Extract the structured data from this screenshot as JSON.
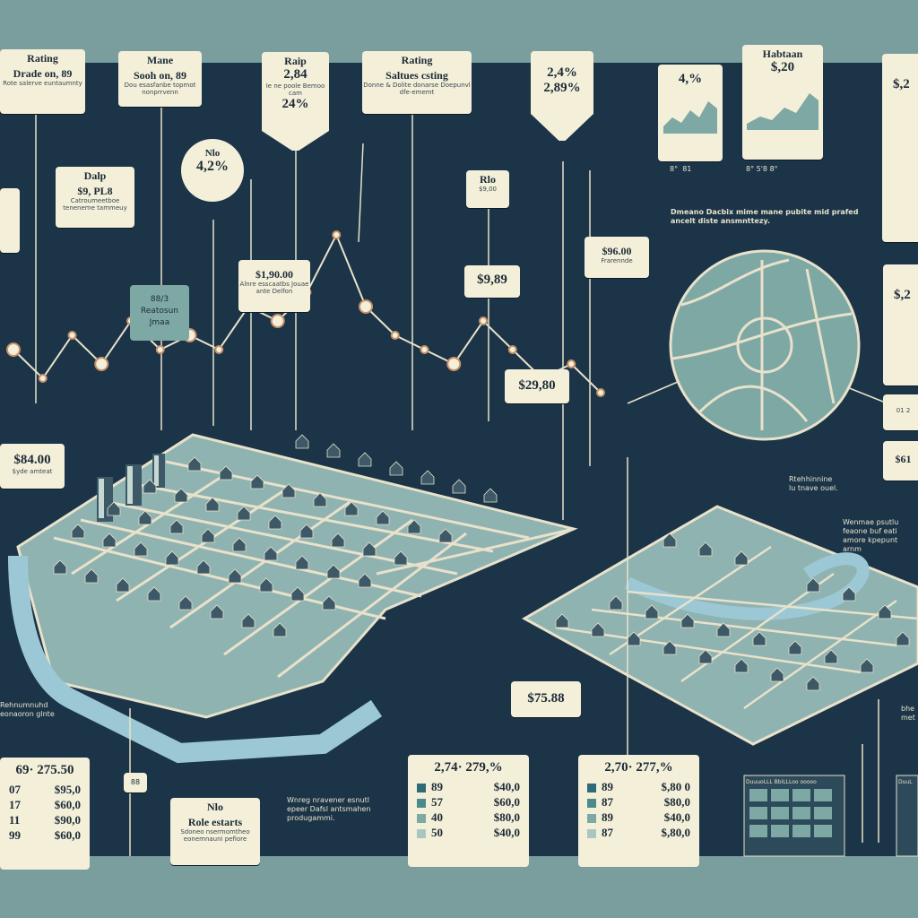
{
  "top_cards": [
    {
      "title": "Rating",
      "value": "Drade on, 89",
      "sub": "Rote salerve euntaumnty"
    },
    {
      "title": "Mane",
      "value": "Sooh on, 89",
      "sub": "Dou esasfanbe topmot nonprrvenn"
    },
    {
      "title": "Raip",
      "value": "2,84",
      "sub": "Ie ne poole Bemoo cam",
      "extra": "24%"
    },
    {
      "title": "Rating",
      "value": "Saltues csting",
      "sub": "Donne & Dolite donarse Doepunvl dfe-ememt"
    },
    {
      "title": "",
      "value": "2,4%",
      "sub": "",
      "extra": "2,89%"
    }
  ],
  "mini_charts": [
    {
      "value": "4,%",
      "axis": [
        "8°",
        "81"
      ]
    },
    {
      "title": "Habtaan",
      "value": "$,20",
      "axis": [
        "8°",
        "5'8",
        "8°"
      ]
    },
    {
      "value": "$,2"
    }
  ],
  "bubble_label": {
    "title": "Nlo",
    "value": "4,2%"
  },
  "mid_cards": [
    {
      "title": "Dalp",
      "value": "$9, PL8",
      "sub": "Catroumeetboe teneneme tammeuy"
    },
    {
      "value": "$1,90.00",
      "sub": "Alnre esscaatbs Jouae ante Delfon"
    },
    {
      "title": "Rlo",
      "value": "$9,00"
    },
    {
      "value": "$96.00",
      "sub": "Frarennde"
    },
    {
      "value": "$9,89"
    },
    {
      "value": "$29,80"
    },
    {
      "value": "$84.00",
      "sub": "$yde amteat"
    },
    {
      "value": "$75.88"
    },
    {
      "value": "$,2"
    }
  ],
  "teal_box": {
    "line1": "88/3",
    "line2": "Reatosun",
    "line3": "Jmaa"
  },
  "map_caption": "Dmeano Dacbix mime mane pubite mid prafed ancelt diste ansmnttezy.",
  "side_notes": [
    {
      "text": "Rtehhinnine\nlu tnave ouel."
    },
    {
      "text": "Wenmae psutlu\nfeaone buf eati\namore kpepunt arnm"
    },
    {
      "text": "Rehnumnuhd\neonaoron glnte"
    },
    {
      "text": "Wnreg nravener esnutl\nepeer Dafsl antsmahen\nprodugammi."
    },
    {
      "text": "bhe\nmet"
    }
  ],
  "box_88": "88",
  "side_labels": [
    {
      "title": "Nlo",
      "sub": "Role estarts",
      "sub2": "Sdoneo nsermomtheo eonemnauni pefiore"
    }
  ],
  "legend_tables": [
    {
      "header": "69· 275.50",
      "rows": [
        [
          "07",
          "$95,0"
        ],
        [
          "17",
          "$60,0"
        ],
        [
          "11",
          "$90,0"
        ],
        [
          "99",
          "$60,0"
        ]
      ]
    },
    {
      "header": "2,74· 279,%",
      "rows": [
        [
          "89",
          "$40,0"
        ],
        [
          "57",
          "$60,0"
        ],
        [
          "40",
          "$80,0"
        ],
        [
          "50",
          "$40,0"
        ]
      ]
    },
    {
      "header": "2,70· 277,%",
      "rows": [
        [
          "89",
          "$,80 0"
        ],
        [
          "87",
          "$80,0"
        ],
        [
          "89",
          "$40,0"
        ],
        [
          "87",
          "$,80,0"
        ]
      ]
    }
  ],
  "right_cards": [
    {
      "value": "$,2",
      "sub": "01 2"
    },
    {
      "value": "$,2"
    },
    {
      "value": "$61"
    }
  ],
  "building_headers": [
    "DuuuoLLL BbILLLoo ooooo",
    "DuuL"
  ],
  "line_series": [
    5,
    3,
    6,
    4,
    7,
    5,
    6,
    5,
    8,
    7,
    9,
    13,
    8,
    6,
    5,
    4,
    7,
    5,
    3,
    4,
    2
  ],
  "colors": {
    "bg": "#1b3447",
    "card": "#f4efd9",
    "teal": "#7ea8a4",
    "water": "#9cc8d6",
    "line": "#e8e1cb",
    "accent": "#c9906a"
  }
}
